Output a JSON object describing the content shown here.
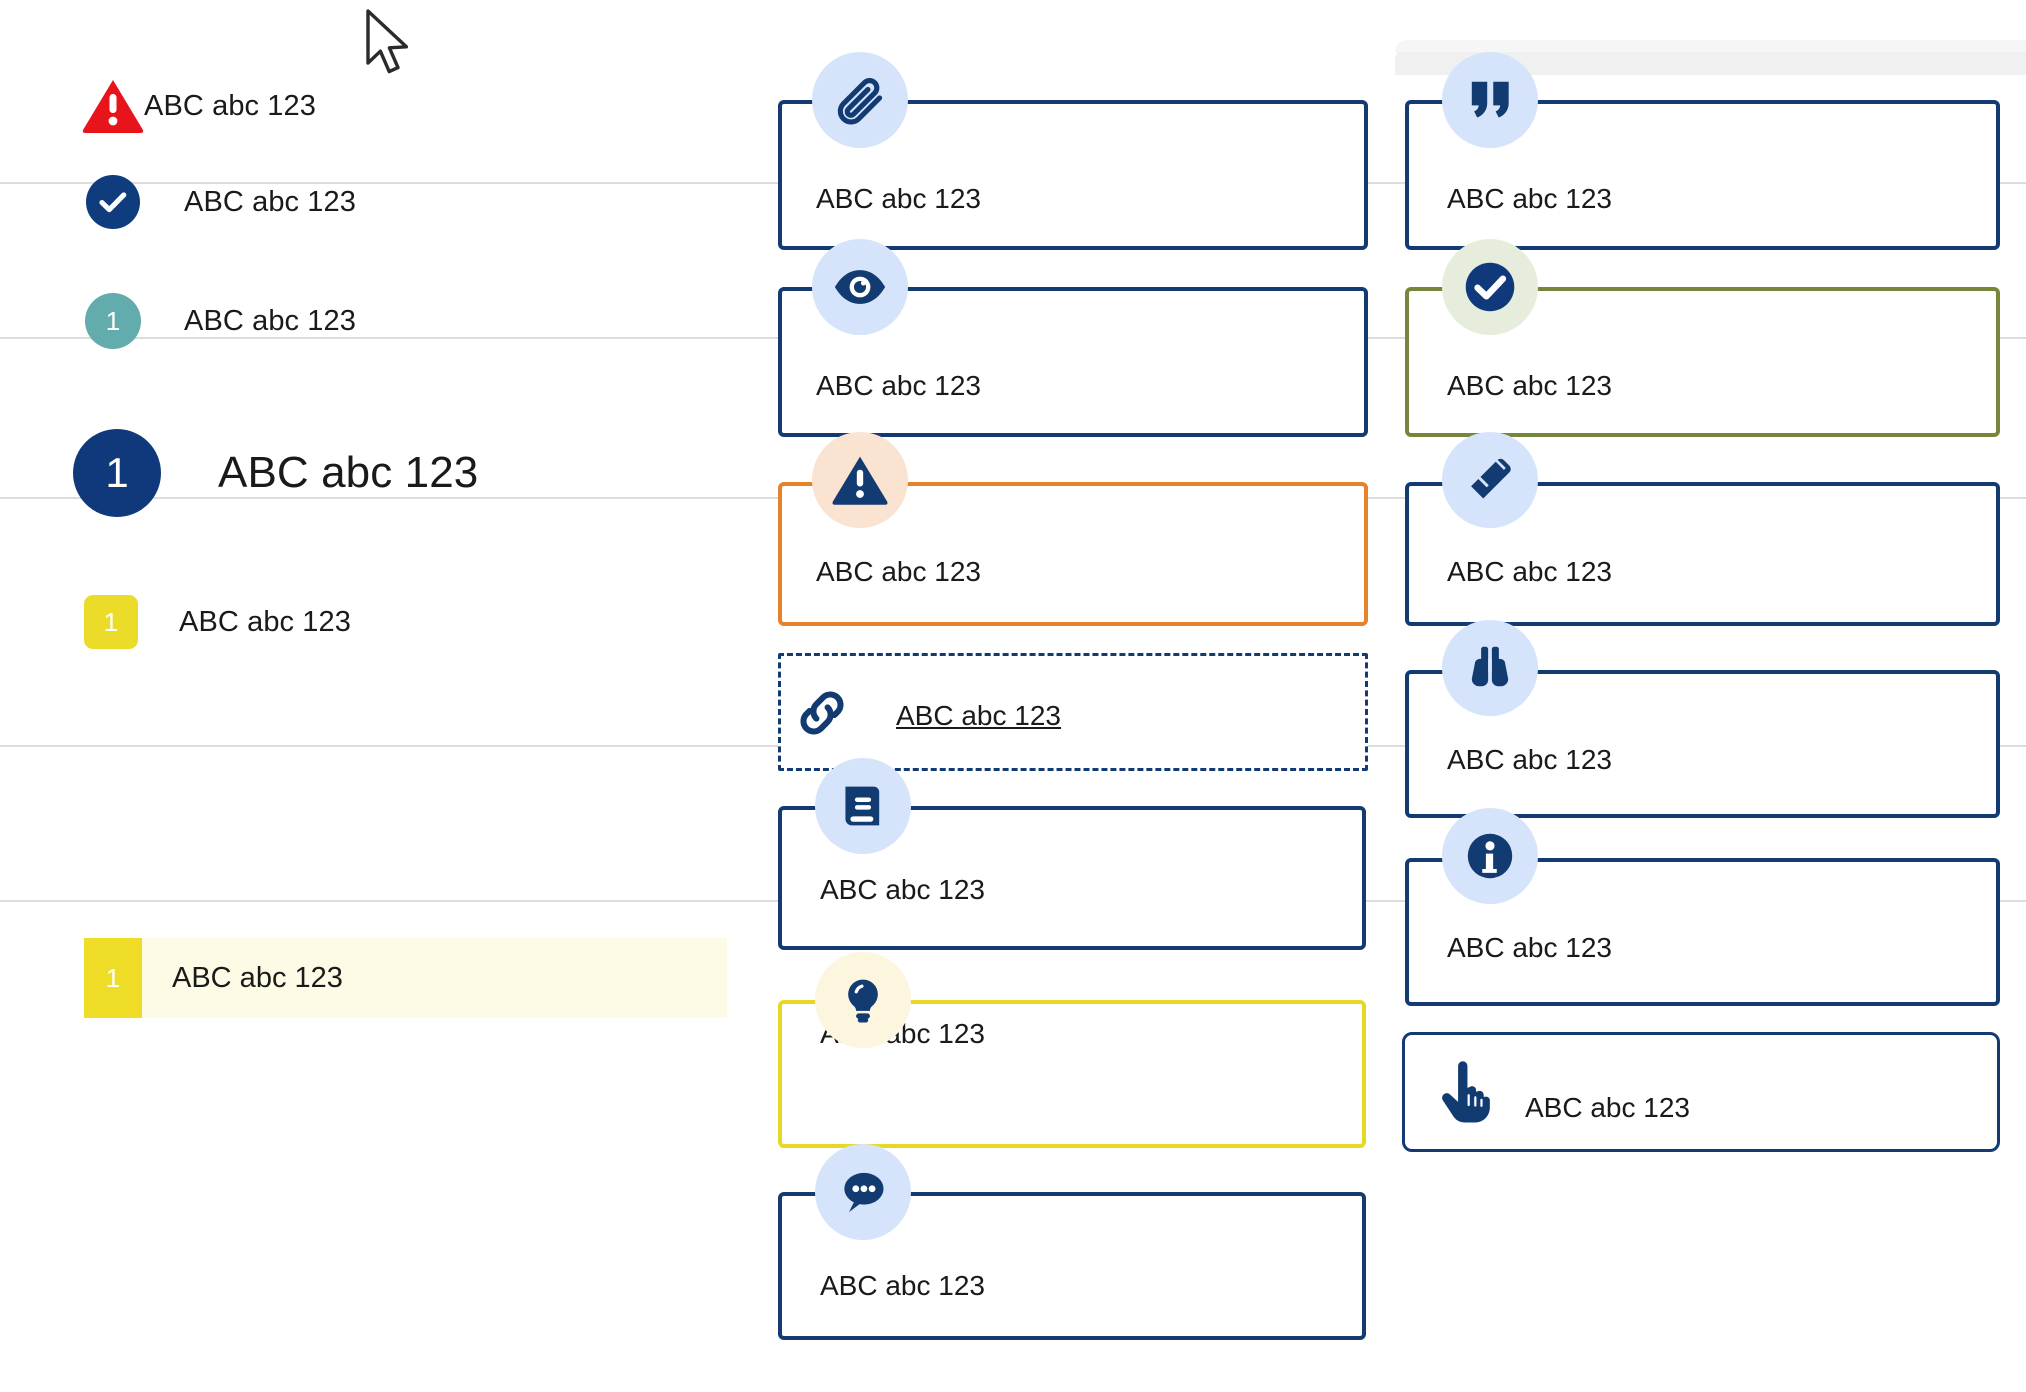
{
  "palette": {
    "navy": "#133b72",
    "navy_dark": "#10397c",
    "red": "#e8141b",
    "teal": "#62acae",
    "yellow": "#eedc26",
    "yellow_soft": "#fdfbe6",
    "orange": "#e5822a",
    "olive": "#76863a",
    "icon_bubble_blue": "#d6e4fb",
    "icon_bubble_peach": "#fbe3d2",
    "icon_bubble_mint": "#e7eddc",
    "icon_bubble_cream": "#fbf6dd",
    "divider": "#dcdcdc",
    "text": "#1a1a1a"
  },
  "sidebar": {
    "items": [
      {
        "icon": "warning-triangle-icon",
        "badge": "",
        "label": "ABC abc 123",
        "style": "alert-red"
      },
      {
        "icon": "check-circle-icon",
        "badge": "",
        "label": "ABC abc 123",
        "style": "check-navy"
      },
      {
        "icon": "number-circle-icon",
        "badge": "1",
        "label": "ABC abc 123",
        "style": "num-teal"
      },
      {
        "icon": "number-circle-icon",
        "badge": "1",
        "label": "ABC abc 123",
        "style": "num-navy-large"
      },
      {
        "icon": "number-square-icon",
        "badge": "1",
        "label": "ABC abc 123",
        "style": "num-square-yellow"
      },
      {
        "icon": "number-square-icon",
        "badge": "1",
        "label": "ABC abc 123",
        "style": "highlighted-row"
      }
    ]
  },
  "cards": {
    "middle_column": [
      {
        "icon": "paperclip-icon",
        "label": "ABC abc 123",
        "border": "navy",
        "bubble": "blue"
      },
      {
        "icon": "eye-icon",
        "label": "ABC abc 123",
        "border": "navy",
        "bubble": "blue"
      },
      {
        "icon": "warning-triangle-icon",
        "label": "ABC abc 123",
        "border": "orange",
        "bubble": "peach"
      },
      {
        "icon": "link-chain-icon",
        "label": "ABC abc 123",
        "border": "dashed-navy",
        "bubble": "none",
        "underlined": true
      },
      {
        "icon": "book-icon",
        "label": "ABC abc 123",
        "border": "navy",
        "bubble": "blue"
      },
      {
        "icon": "lightbulb-icon",
        "label": "ABC abc 123",
        "border": "yellow",
        "bubble": "cream"
      },
      {
        "icon": "chat-bubble-icon",
        "label": "ABC abc 123",
        "border": "navy",
        "bubble": "blue"
      }
    ],
    "right_column": [
      {
        "icon": "quote-icon",
        "label": "ABC abc 123",
        "border": "navy",
        "bubble": "blue"
      },
      {
        "icon": "check-circle-icon",
        "label": "ABC abc 123",
        "border": "olive",
        "bubble": "mint"
      },
      {
        "icon": "pencil-icon",
        "label": "ABC abc 123",
        "border": "navy",
        "bubble": "blue"
      },
      {
        "icon": "binoculars-icon",
        "label": "ABC abc 123",
        "border": "navy",
        "bubble": "blue"
      },
      {
        "icon": "info-circle-icon",
        "label": "ABC abc 123",
        "border": "navy",
        "bubble": "blue"
      },
      {
        "icon": "hand-pointer-icon",
        "label": "ABC abc 123",
        "border": "navy-thin",
        "bubble": "none"
      }
    ]
  },
  "cursor": {
    "name": "mouse-pointer"
  }
}
